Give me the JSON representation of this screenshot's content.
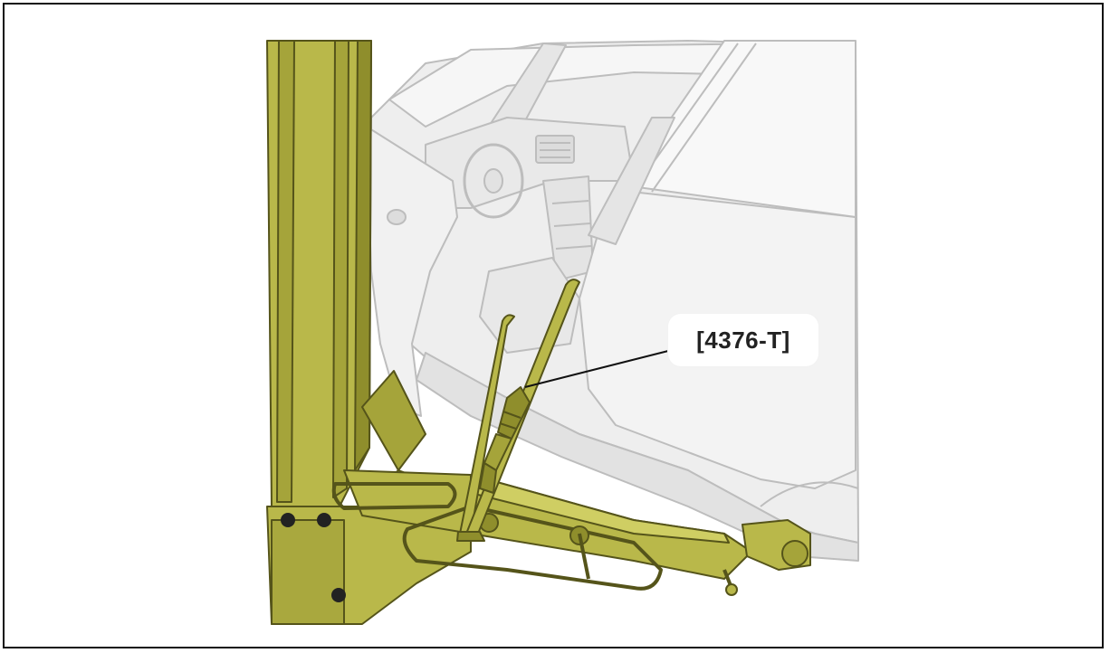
{
  "figure": {
    "callout_label": "[4376-T]"
  },
  "colors": {
    "lift": "#b9b84a",
    "lift_dark": "#8f8e2c",
    "lift_outline": "#55541a",
    "car_fill": "#eeeeee",
    "car_line": "#bdbdbd",
    "frame": "#111111"
  },
  "icons": [
    "vehicle-lift-column",
    "lift-arm",
    "tension-strap",
    "ratchet-buckle",
    "vehicle-body"
  ]
}
